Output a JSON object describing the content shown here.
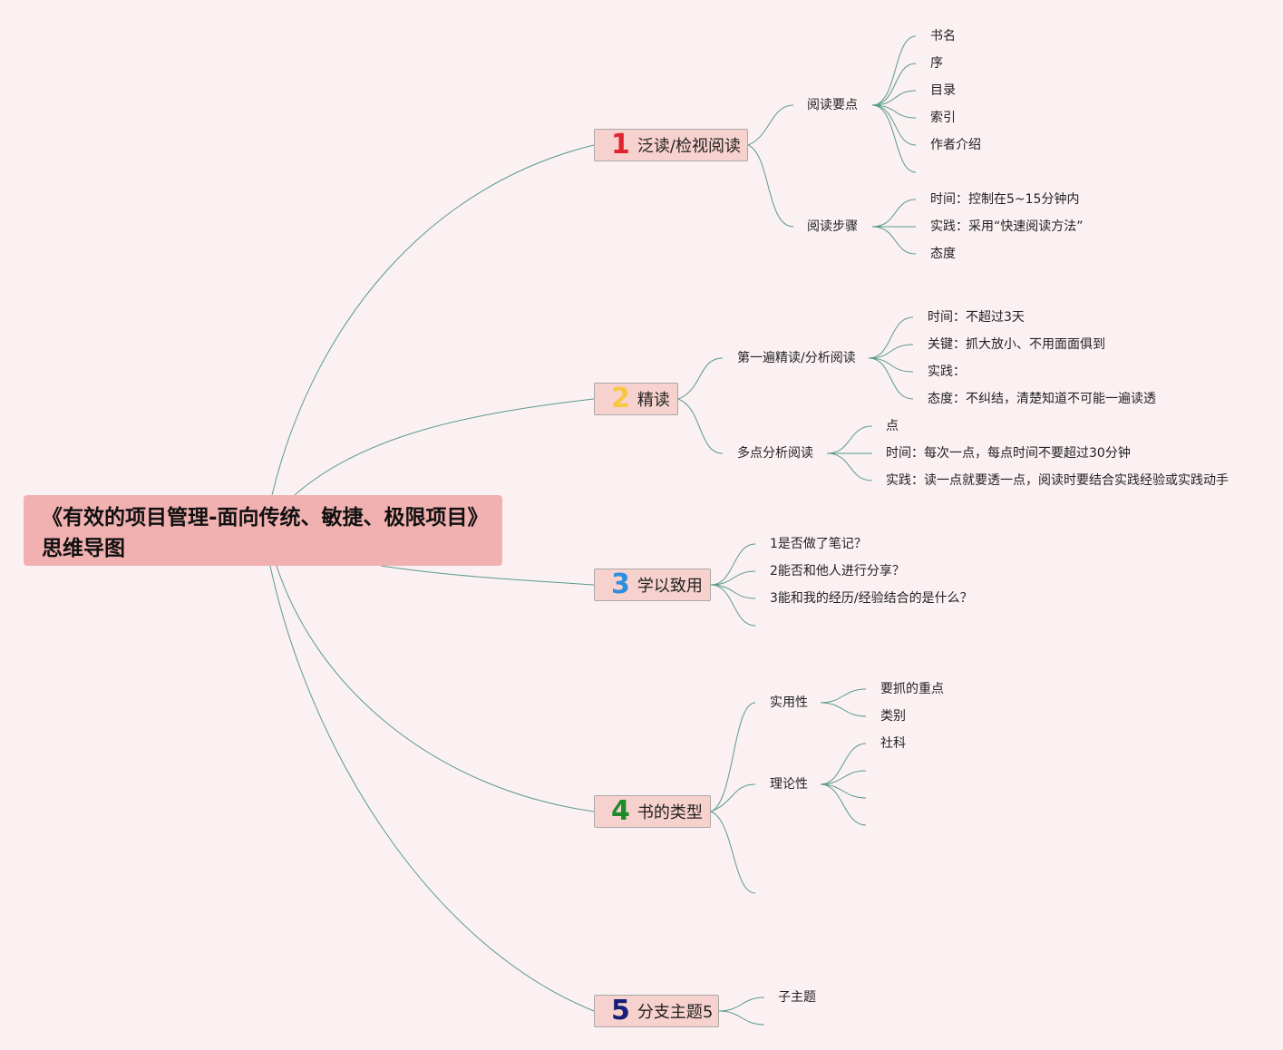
{
  "root": {
    "title": "《有效的项目管理-面向传统、敏捷、极限项目》思维导图"
  },
  "colors": {
    "line": "#5a9a8a",
    "root_bg": "#f2b1b1",
    "branch_bg": "#f7d1cd",
    "num1": "#e0242f",
    "num2": "#f5c842",
    "num3": "#2e8fe0",
    "num4": "#1f8a2a",
    "num5": "#16207a"
  },
  "branches": [
    {
      "num": "1",
      "label": "泛读/检视阅读",
      "subs": [
        {
          "label": "阅读要点",
          "leaves": [
            "书名",
            "序",
            "目录",
            "索引",
            "作者介绍",
            ""
          ]
        },
        {
          "label": "阅读步骤",
          "leaves": [
            "时间：控制在5~15分钟内",
            "实践：采用“快速阅读方法”",
            "态度"
          ]
        }
      ]
    },
    {
      "num": "2",
      "label": "精读",
      "subs": [
        {
          "label": "第一遍精读/分析阅读",
          "leaves": [
            "时间：不超过3天",
            "关键：抓大放小、不用面面俱到",
            "实践：",
            "态度：不纠结，清楚知道不可能一遍读透"
          ]
        },
        {
          "label": "多点分析阅读",
          "leaves": [
            "点",
            "时间：每次一点，每点时间不要超过30分钟",
            "实践：读一点就要透一点，阅读时要结合实践经验或实践动手"
          ]
        }
      ]
    },
    {
      "num": "3",
      "label": "学以致用",
      "subs": [
        {
          "label": "1是否做了笔记？"
        },
        {
          "label": "2能否和他人进行分享？"
        },
        {
          "label": "3能和我的经历/经验结合的是什么？"
        },
        {
          "label": ""
        }
      ]
    },
    {
      "num": "4",
      "label": "书的类型",
      "subs": [
        {
          "label": "实用性",
          "leaves": [
            "要抓的重点",
            "类别"
          ]
        },
        {
          "label": "理论性",
          "leaves": [
            "社科",
            "",
            "",
            ""
          ]
        },
        {
          "label": ""
        }
      ]
    },
    {
      "num": "5",
      "label": "分支主题5",
      "subs": [
        {
          "label": "子主题"
        },
        {
          "label": ""
        }
      ]
    }
  ]
}
